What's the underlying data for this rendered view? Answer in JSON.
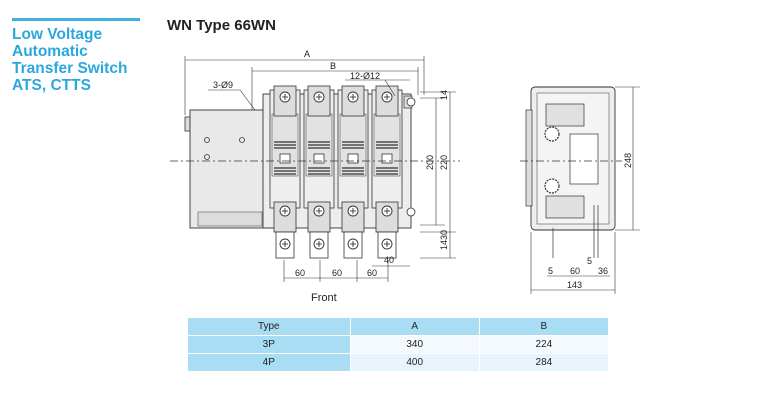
{
  "sidebar": {
    "title_lines": [
      "Low Voltage",
      "Automatic",
      "Transfer Switch",
      "ATS, CTTS"
    ],
    "accent_color": "#2aa8de"
  },
  "page_title": "WN Type 66WN",
  "drawing": {
    "front_view": {
      "dim_A": "A",
      "dim_B": "B",
      "holes_12": "12-Ø12",
      "holes_3": "3-Ø9",
      "dim_200": "200",
      "dim_220": "220",
      "dim_14_top": "14",
      "dim_14_bottom": "14",
      "dim_30": "30",
      "dim_40": "40",
      "pitch": [
        "60",
        "60",
        "60"
      ],
      "label": "Front"
    },
    "side_view": {
      "height": "248",
      "dim_5a": "5",
      "dim_5b": "5",
      "dim_60": "60",
      "dim_36": "36",
      "dim_143": "143"
    }
  },
  "table": {
    "headers": [
      "Type",
      "A",
      "B"
    ],
    "rows": [
      [
        "3P",
        "340",
        "224"
      ],
      [
        "4P",
        "400",
        "284"
      ]
    ],
    "header_color": "#a9ddf3"
  }
}
